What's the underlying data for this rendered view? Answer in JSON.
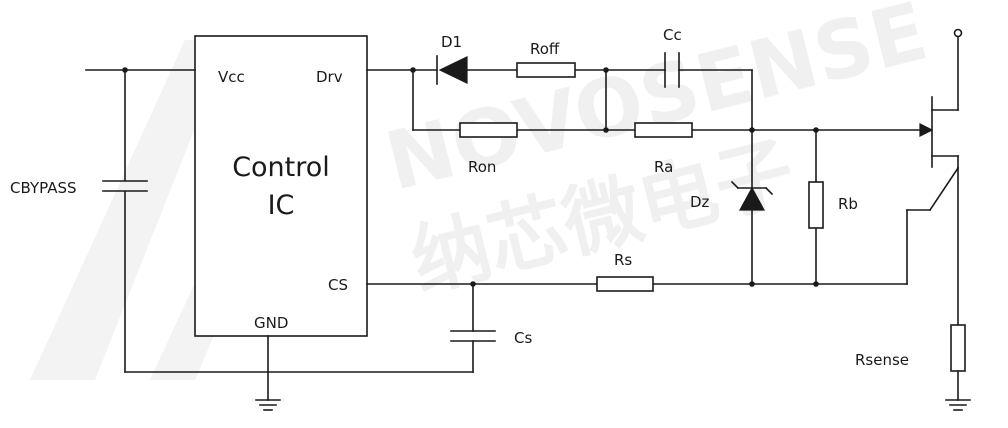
{
  "watermark": {
    "latin": "NOVOSENSE",
    "chinese": "纳芯微电子"
  },
  "ic": {
    "title_line1": "Control",
    "title_line2": "IC",
    "pins": {
      "vcc": "Vcc",
      "drv": "Drv",
      "cs": "CS",
      "gnd": "GND"
    }
  },
  "components": {
    "d1": "D1",
    "roff": "Roff",
    "cc": "Cc",
    "ron": "Ron",
    "ra": "Ra",
    "dz": "Dz",
    "rb": "Rb",
    "rs": "Rs",
    "cs_cap": "Cs",
    "cbypass": "CBYPASS",
    "rsense": "Rsense"
  },
  "colors": {
    "line": "#1a1a1a",
    "watermark": "#f0f0f0",
    "background": "#ffffff"
  }
}
